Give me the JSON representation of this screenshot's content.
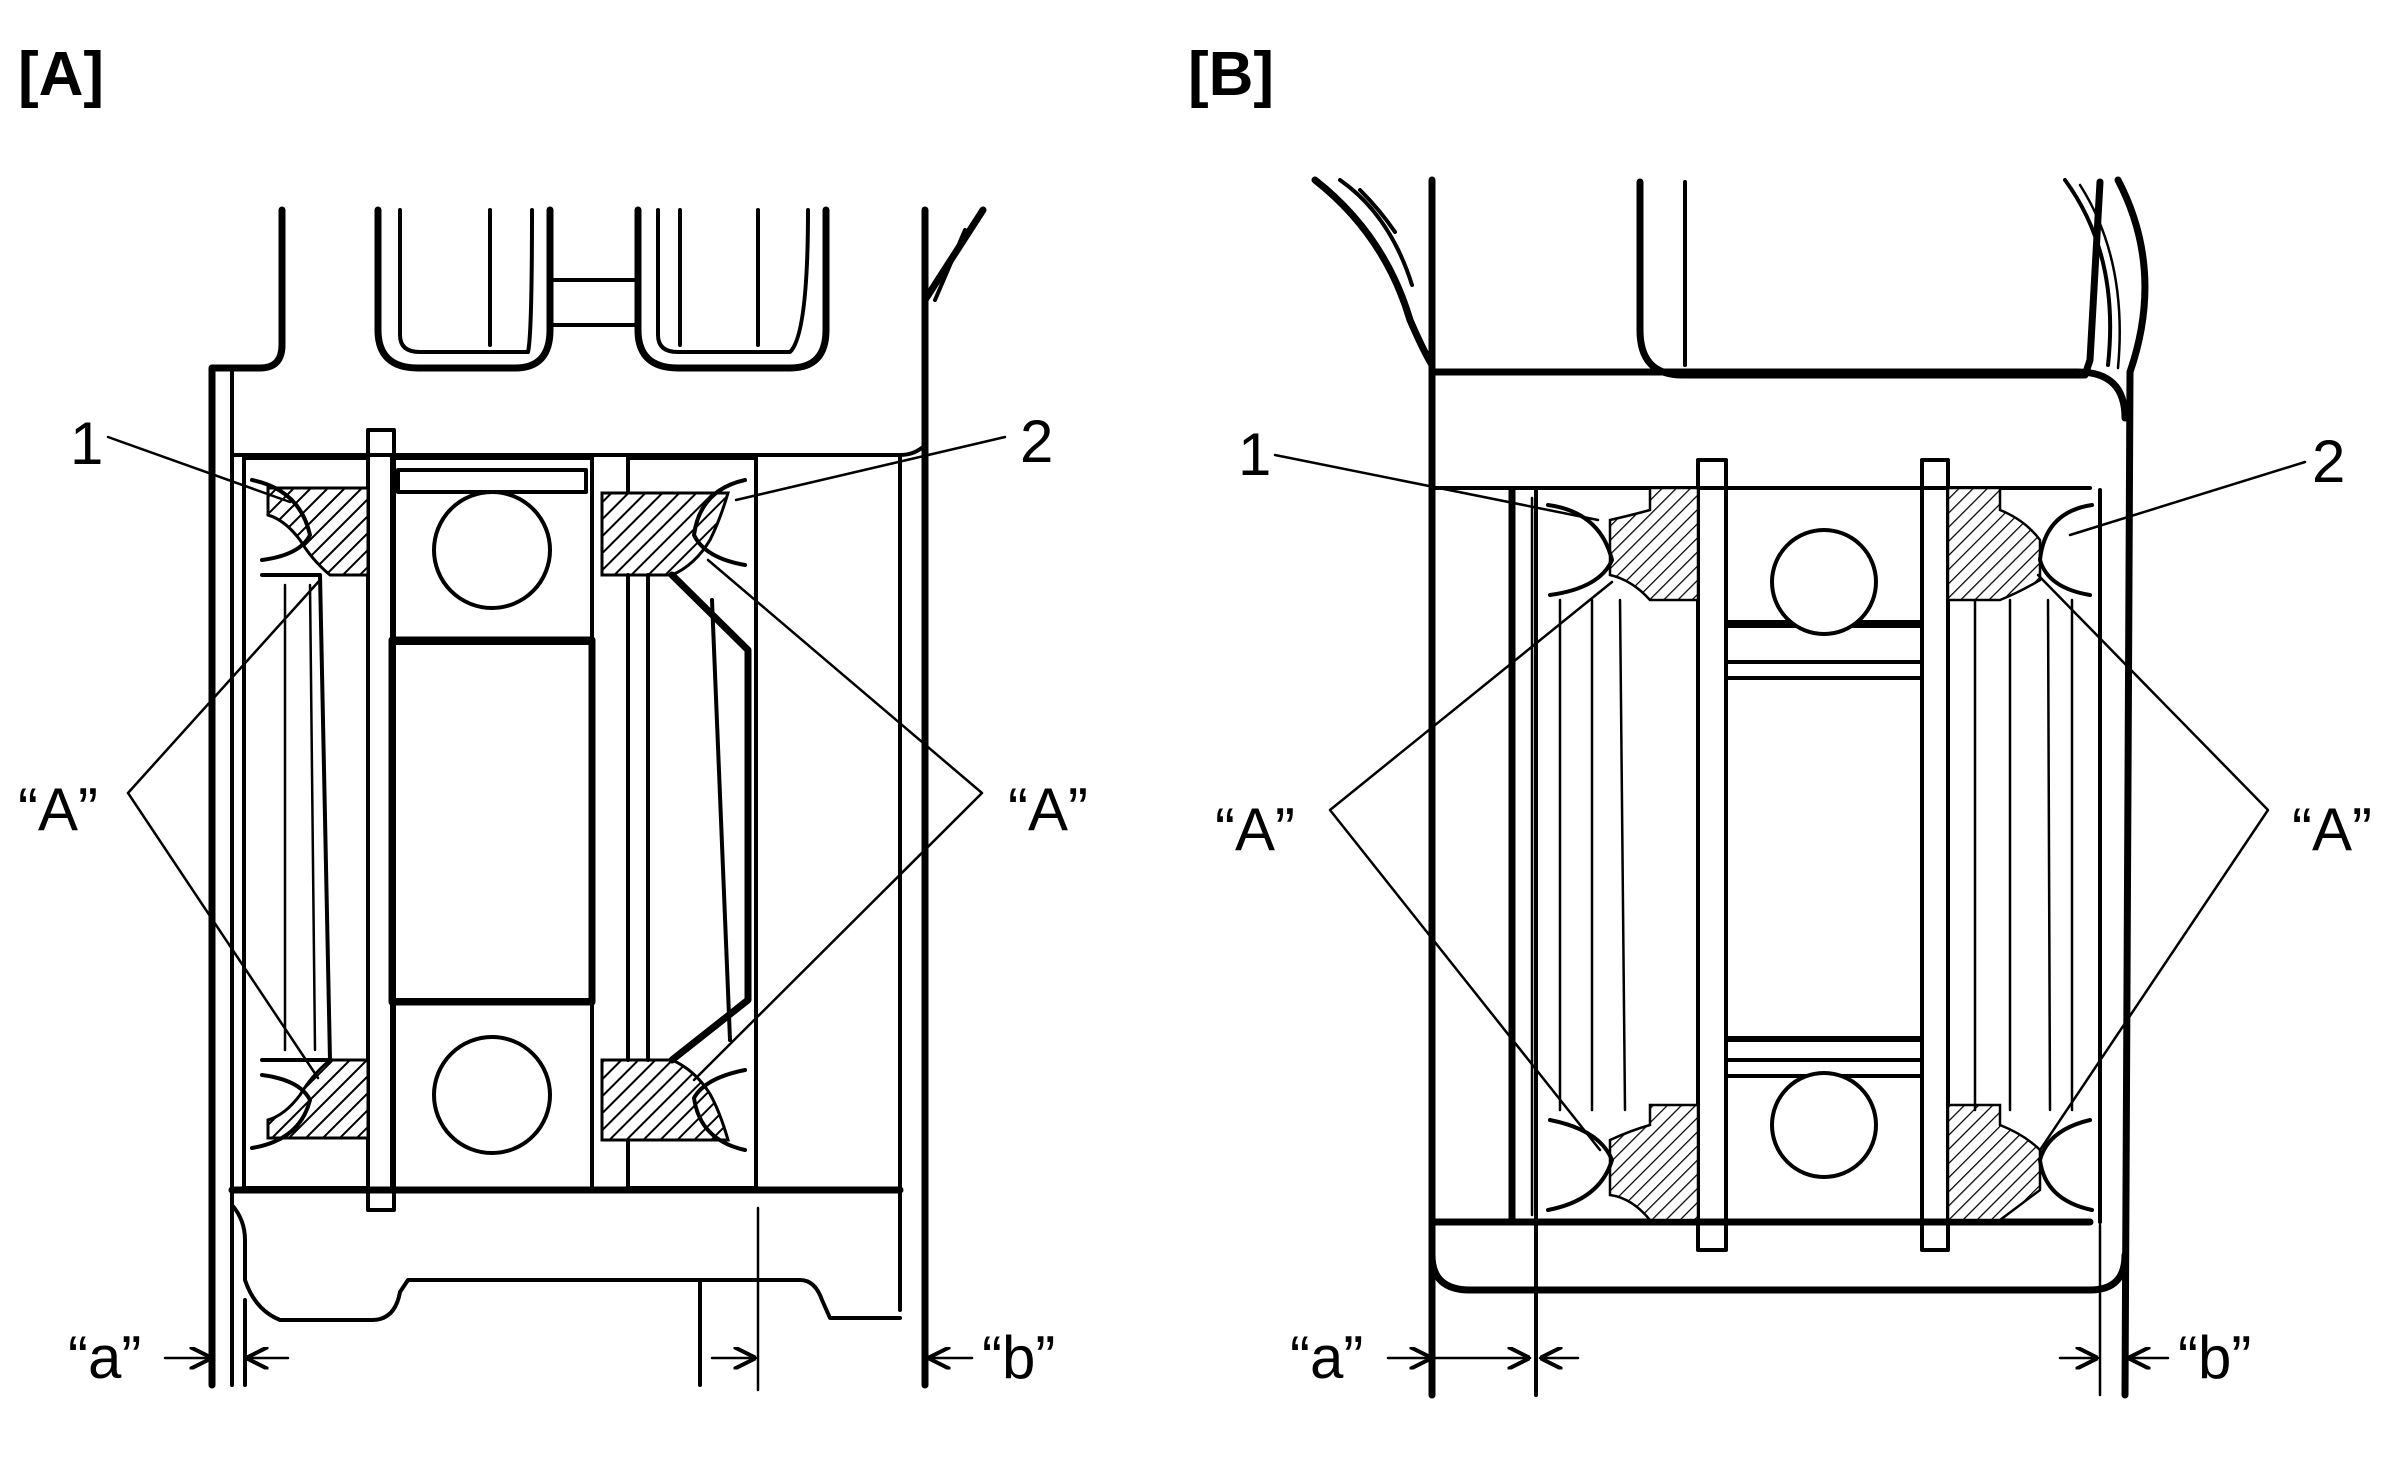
{
  "panels": [
    {
      "id": "A",
      "label": "[A]",
      "callouts": {
        "seal_1": "1",
        "seal_2": "2"
      },
      "lip_label_left": "“A”",
      "lip_label_right": "“A”",
      "dimension_left": "“a”",
      "dimension_right": "“b”"
    },
    {
      "id": "B",
      "label": "[B]",
      "callouts": {
        "seal_1": "1",
        "seal_2": "2"
      },
      "lip_label_left": "“A”",
      "lip_label_right": "“A”",
      "dimension_left": "“a”",
      "dimension_right": "“b”"
    }
  ],
  "colors": {
    "ink": "#000000",
    "background": "#ffffff"
  }
}
